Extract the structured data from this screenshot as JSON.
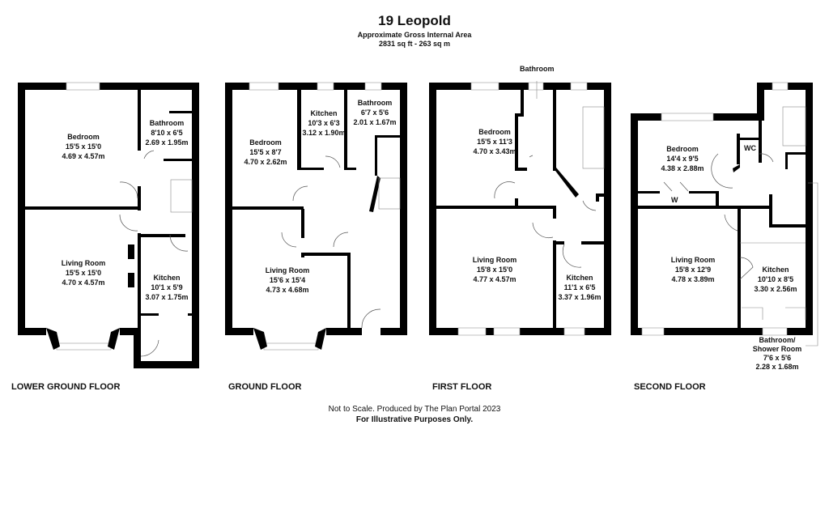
{
  "header": {
    "title": "19 Leopold",
    "subtitle": "Approximate Gross Internal Area",
    "area": "2831 sq ft - 263 sq m"
  },
  "floors": [
    {
      "name": "LOWER GROUND FLOOR",
      "rooms": [
        {
          "name": "Bedroom",
          "imperial": "15'5 x 15'0",
          "metric": "4.69 x 4.57m"
        },
        {
          "name": "Bathroom",
          "imperial": "8'10 x 6'5",
          "metric": "2.69 x 1.95m"
        },
        {
          "name": "Living Room",
          "imperial": "15'5 x 15'0",
          "metric": "4.70 x 4.57m"
        },
        {
          "name": "Kitchen",
          "imperial": "10'1 x 5'9",
          "metric": "3.07 x 1.75m"
        }
      ]
    },
    {
      "name": "GROUND FLOOR",
      "rooms": [
        {
          "name": "Bedroom",
          "imperial": "15'5 x 8'7",
          "metric": "4.70 x 2.62m"
        },
        {
          "name": "Kitchen",
          "imperial": "10'3 x 6'3",
          "metric": "3.12 x 1.90m"
        },
        {
          "name": "Bathroom",
          "imperial": "6'7 x 5'6",
          "metric": "2.01 x 1.67m"
        },
        {
          "name": "Living Room",
          "imperial": "15'6 x 15'4",
          "metric": "4.73 x 4.68m"
        }
      ]
    },
    {
      "name": "FIRST FLOOR",
      "bathroom_label": "Bathroom",
      "rooms": [
        {
          "name": "Bedroom",
          "imperial": "15'5 x 11'3",
          "metric": "4.70 x 3.43m"
        },
        {
          "name": "Living Room",
          "imperial": "15'8 x 15'0",
          "metric": "4.77 x 4.57m"
        },
        {
          "name": "Kitchen",
          "imperial": "11'1 x 6'5",
          "metric": "3.37 x 1.96m"
        }
      ]
    },
    {
      "name": "SECOND FLOOR",
      "wc_label": "WC",
      "wardrobe_label": "W",
      "rooms": [
        {
          "name": "Bedroom",
          "imperial": "14'4 x 9'5",
          "metric": "4.38 x 2.88m"
        },
        {
          "name": "Living Room",
          "imperial": "15'8 x 12'9",
          "metric": "4.78 x 3.89m"
        },
        {
          "name": "Kitchen",
          "imperial": "10'10 x 8'5",
          "metric": "3.30 x 2.56m"
        },
        {
          "name": "Bathroom/",
          "name2": "Shower Room",
          "imperial": "7'6 x 5'6",
          "metric": "2.28 x 1.68m"
        }
      ]
    }
  ],
  "footer": {
    "line1": "Not to Scale. Produced by The Plan Portal 2023",
    "line2": "For Illustrative Purposes Only."
  }
}
